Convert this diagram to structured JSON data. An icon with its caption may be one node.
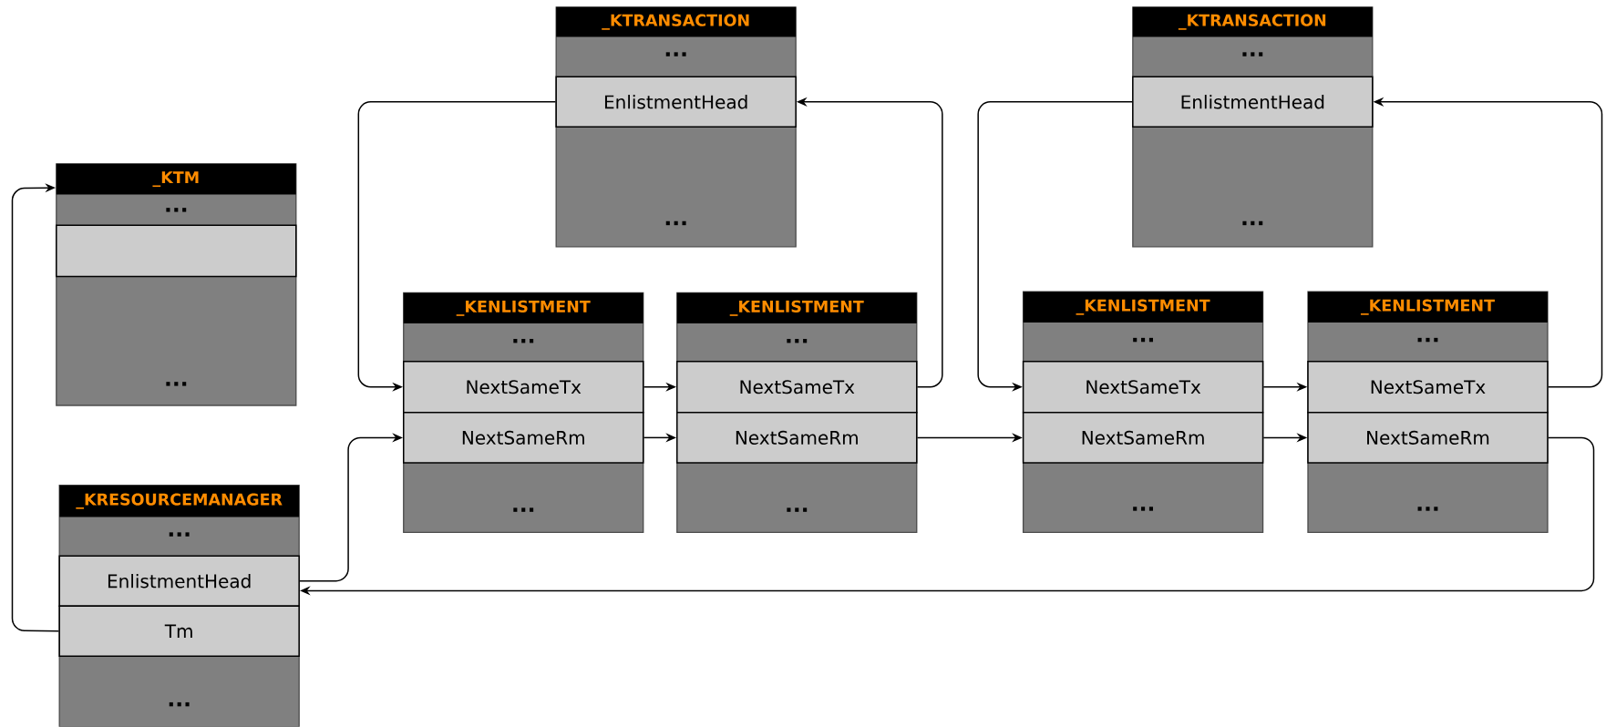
{
  "diagram": {
    "nodes": [
      {
        "text": [
          "_KTRANSACTION",
          "...",
          "..."
        ]
      },
      {
        "text": [
          "EnlistmentHead"
        ],
        "in": 0
      },
      {
        "text": [
          "_KTRANSACTION",
          "...",
          "..."
        ]
      },
      {
        "text": [
          "EnlistmentHead"
        ],
        "in": 2
      },
      {
        "text": [
          "_KTM",
          "...",
          "..."
        ]
      },
      {
        "text": [],
        "shape": "box",
        "in": 4
      },
      {
        "text": [
          "_KENLISTMENT",
          "...",
          "..."
        ]
      },
      {
        "text": [
          "NextSameTx"
        ],
        "in": 6
      },
      {
        "text": [
          "NextSameRm"
        ],
        "in": 6
      },
      {
        "text": [
          "_KENLISTMENT",
          "...",
          "..."
        ]
      },
      {
        "text": [
          "NextSameTx"
        ],
        "in": 9
      },
      {
        "text": [
          "NextSameRm"
        ],
        "in": 9
      },
      {
        "text": [
          "_KENLISTMENT",
          "...",
          "..."
        ]
      },
      {
        "text": [
          "NextSameTx"
        ],
        "in": 12
      },
      {
        "text": [
          "NextSameRm"
        ],
        "in": 12
      },
      {
        "text": [
          "_KENLISTMENT",
          "...",
          "..."
        ]
      },
      {
        "text": [
          "NextSameTx"
        ],
        "in": 15
      },
      {
        "text": [
          "NextSameRm"
        ],
        "in": 15
      },
      {
        "text": [
          "_KRESOURCEMANAGER",
          "...",
          "..."
        ]
      },
      {
        "text": [
          "EnlistmentHead"
        ],
        "in": 18
      },
      {
        "text": [
          "Tm"
        ],
        "in": 18
      }
    ],
    "edges": [
      {
        "from": 1,
        "to": 7,
        "arrow": "to"
      },
      {
        "from": 7,
        "to": 10,
        "arrow": "to"
      },
      {
        "from": 8,
        "to": 11,
        "arrow": "to"
      },
      {
        "from": 10,
        "to": 1,
        "arrow": "to"
      },
      {
        "from": 11,
        "to": 14,
        "arrow": "to"
      },
      {
        "from": 13,
        "to": 16,
        "arrow": "to"
      },
      {
        "from": 14,
        "to": 17,
        "arrow": "to"
      },
      {
        "from": 3,
        "to": 13,
        "arrow": "to"
      },
      {
        "from": 16,
        "to": 3,
        "arrow": "to"
      },
      {
        "from": 17,
        "to": 19,
        "arrow": "to"
      },
      {
        "from": 19,
        "to": 8,
        "arrow": "to"
      },
      {
        "from": 20,
        "to": 4,
        "arrow": "to"
      }
    ]
  }
}
